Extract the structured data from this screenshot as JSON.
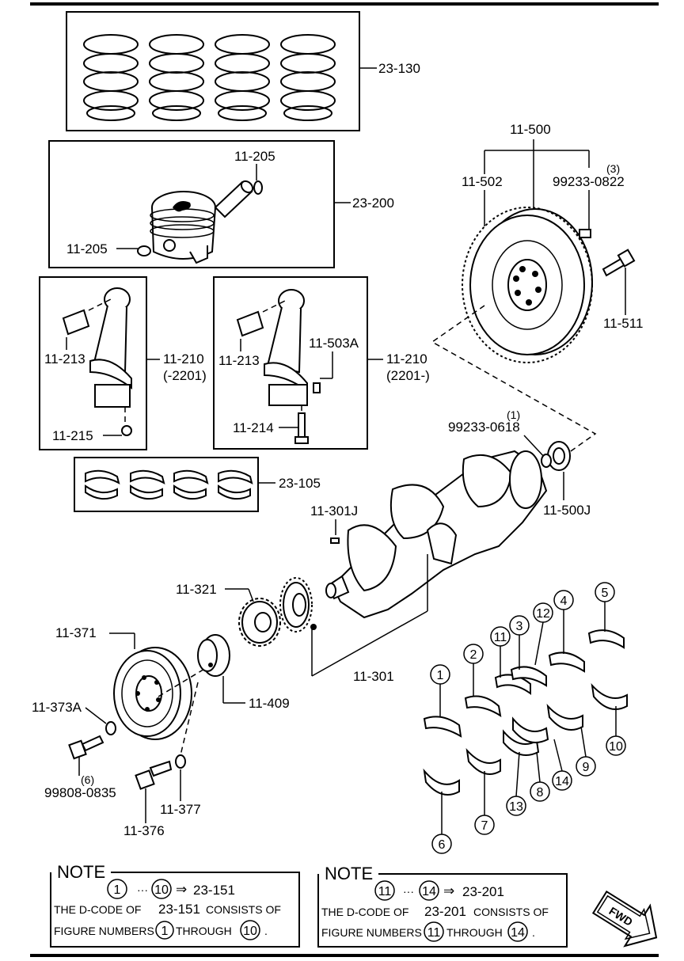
{
  "part_labels": {
    "piston_rings": "23-130",
    "piston_assy": "23-200",
    "snap_ring_upper": "11-205",
    "snap_ring_lower": "11-205",
    "flywheel": "11-500",
    "ring_gear": "11-502",
    "dowel_pin": "99233-0822",
    "dowel_pin_qty": "(3)",
    "flywheel_bolt": "11-511",
    "bushing_left": "11-213",
    "conrod_left": "11-210",
    "conrod_left_range": "(-2201)",
    "conrod_nut": "11-215",
    "bushing_right": "11-213",
    "conrod_pin": "11-503A",
    "conrod_right": "11-210",
    "conrod_right_range": "(2201-)",
    "conrod_bolt": "11-214",
    "pilot_bearing": "99233-0618",
    "pilot_bearing_qty": "(1)",
    "conrod_bearings": "23-105",
    "crank_key": "11-301J",
    "crank_bushing": "11-500J",
    "timing_pulley": "11-321",
    "pulley": "11-371",
    "crankshaft": "11-301",
    "pulley_washer": "11-373A",
    "pulley_plate": "11-409",
    "pulley_bolt": "99808-0835",
    "pulley_bolt_qty": "(6)",
    "lock_bolt": "11-376",
    "washer_377": "11-377"
  },
  "bearing_numbers": [
    "1",
    "2",
    "3",
    "4",
    "5",
    "6",
    "7",
    "8",
    "9",
    "10",
    "11",
    "12",
    "13",
    "14"
  ],
  "notes": [
    {
      "title": "NOTE",
      "range_from": "1",
      "range_sep": "···",
      "range_to": "10",
      "arrow": "⇒",
      "target": "23-151",
      "line1_prefix": "THE D-CODE OF",
      "line1_code": "23-151",
      "line1_suffix": "CONSISTS OF",
      "line2_prefix": "FIGURE NUMBERS",
      "line2_from": "1",
      "line2_mid": "THROUGH",
      "line2_to": "10",
      "line2_end": "."
    },
    {
      "title": "NOTE",
      "range_from": "11",
      "range_sep": "···",
      "range_to": "14",
      "arrow": "⇒",
      "target": "23-201",
      "line1_prefix": "THE D-CODE OF",
      "line1_code": "23-201",
      "line1_suffix": "CONSISTS OF",
      "line2_prefix": "FIGURE NUMBERS",
      "line2_from": "11",
      "line2_mid": "THROUGH",
      "line2_to": "14",
      "line2_end": "."
    }
  ],
  "fwd_label": "FWD"
}
